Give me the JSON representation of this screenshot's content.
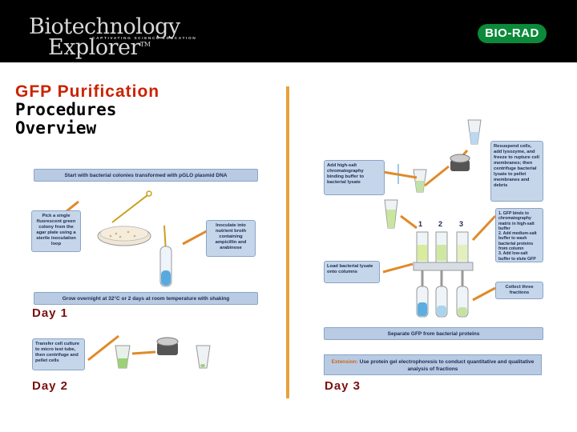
{
  "header": {
    "brand_line1": "Biotechnology",
    "brand_line2": "Explorer",
    "trademark": "TM",
    "tagline": "CAPTIVATING SCIENCE EDUCATION",
    "logo_text": "BIO-RAD"
  },
  "title": {
    "line1": "GFP Purification",
    "line2": "Procedures",
    "line3": "Overview"
  },
  "day_labels": {
    "day1": "Day 1",
    "day2": "Day 2",
    "day3": "Day 3"
  },
  "day1_diagram": {
    "start_banner": "Start with bacterial colonies transformed with pGLO plasmid DNA",
    "pick_note": "Pick a single fluorescent green colony from the agar plate using a sterile inoculation loop",
    "inoculate_note": "Inoculate into nutrient broth containing ampicillin and arabinose",
    "grow_banner": "Grow overnight at 32°C or 2 days at room temperature with shaking"
  },
  "day2_diagram": {
    "transfer_note": "Transfer cell culture to micro test tube, then centrifuge and pellet cells"
  },
  "day3_diagram": {
    "resuspend_note": "Resuspend cells, add lysozyme, and freeze to rupture cell membranes; then centrifuge bacterial lysate to pellet membranes and debris",
    "add_salt_note": "Add high-salt chromatography binding buffer to bacterial lysate",
    "steps_note": {
      "step1": "1. GFP binds to chromatography matrix in high-salt buffer",
      "step2": "2. Add medium-salt buffer to wash bacterial proteins from column",
      "step3": "3. Add low-salt buffer to elute GFP"
    },
    "column_numbers": [
      "1",
      "2",
      "3"
    ],
    "load_note": "Load bacterial lysate onto columns",
    "collect_note": "Collect three fractions",
    "separate_banner": "Separate GFP from bacterial proteins",
    "extension_lead": "Extension:",
    "extension_text": "Use protein gel electrophoresis to conduct quantitative and qualitative analysis of fractions"
  },
  "colors": {
    "title_accent": "#cc2200",
    "day_label": "#7a1010",
    "divider": "#e8a23a",
    "banner_fill": "#b9cbe3",
    "logo_green": "#0b8a3a"
  }
}
